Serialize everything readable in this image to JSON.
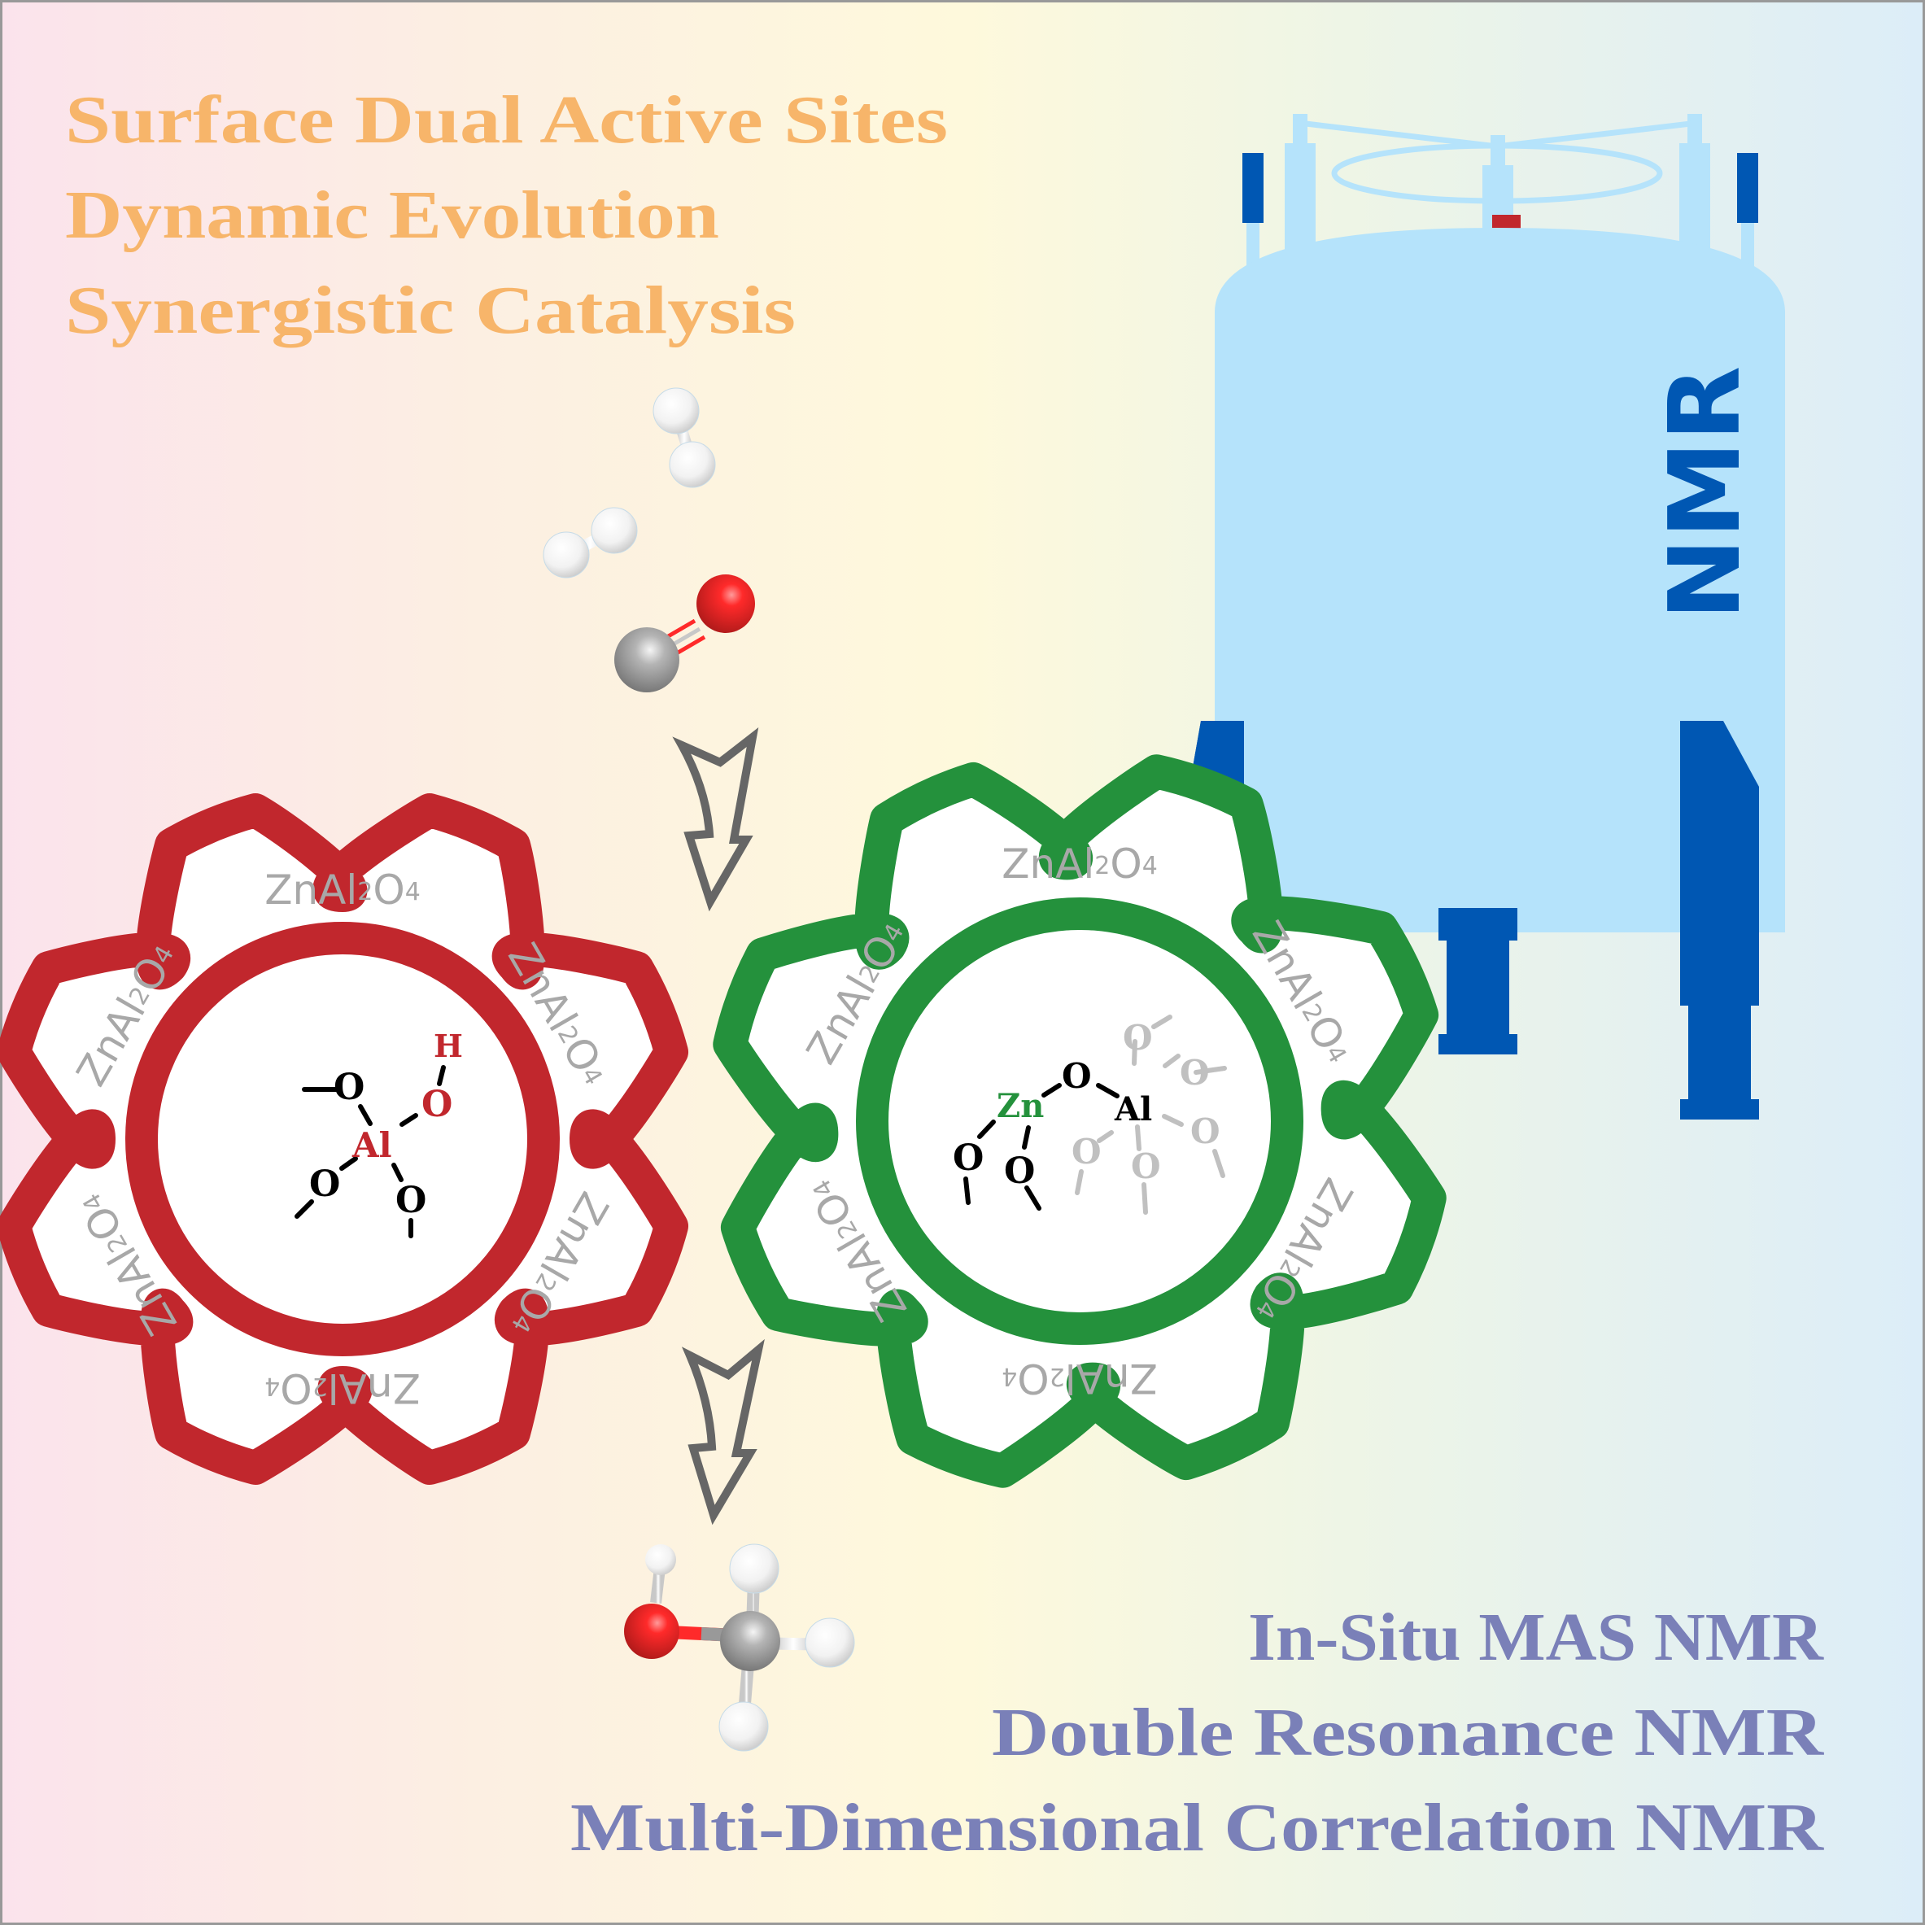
{
  "headline": {
    "lines": [
      "Surface Dual Active Sites",
      "Dynamic Evolution",
      "Synergistic Catalysis"
    ],
    "color": "#f7b56a"
  },
  "techniques": {
    "lines": [
      "In-Situ MAS NMR",
      "Double Resonance NMR",
      "Multi-Dimensional Correlation NMR"
    ],
    "color": "#7a80b8"
  },
  "instrument": {
    "label": "NMR",
    "body_color": "#b5e3fb",
    "accent_color": "#0057b3",
    "probe_color": "#c1272d"
  },
  "reactants": {
    "molecules": [
      "H2",
      "H2",
      "CO"
    ]
  },
  "product": {
    "molecule": "CH3OH"
  },
  "gear_left": {
    "color": "#c1272d",
    "ring_label": "ZnAl2O4",
    "site": {
      "center": "Al",
      "hydroxyl_o": "O",
      "hydroxyl_h": "H",
      "oxygens": [
        "O",
        "O",
        "O"
      ],
      "center_color": "#c1272d"
    }
  },
  "gear_right": {
    "color": "#24913c",
    "ring_label": "ZnAl2O4",
    "site": {
      "zn": "Zn",
      "bridge_o": "O",
      "al": "Al",
      "zn_oxygens": [
        "O",
        "O"
      ],
      "al_oxygens": [
        "O",
        "O",
        "O",
        "O",
        "O"
      ],
      "zn_color": "#24913c",
      "faded_color": "#c0c0c0"
    }
  },
  "ring_text": {
    "base": "ZnAl",
    "sub1": "2",
    "mid": "O",
    "sub2": "4"
  },
  "colors": {
    "arrow": "#666666",
    "background_gradient": [
      "#fbe3ec",
      "#fdf0df",
      "#fef9dc",
      "#eef5e6",
      "#dcedf8"
    ]
  }
}
